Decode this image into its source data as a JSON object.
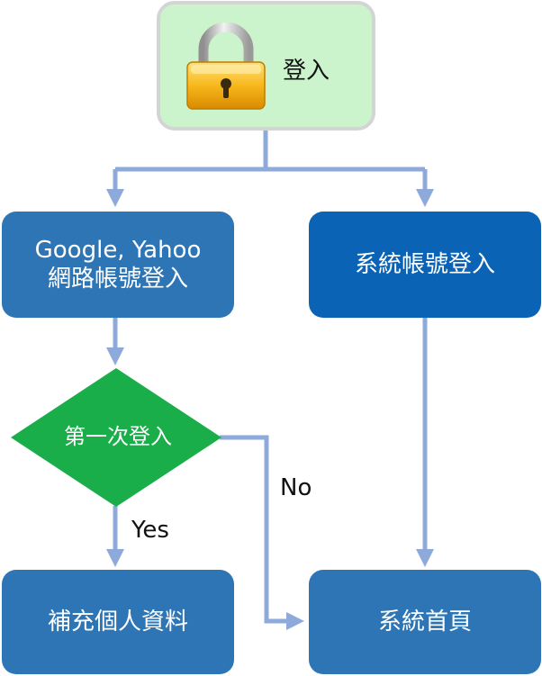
{
  "nodes": {
    "login": "登入",
    "google_line1": "Google, Yahoo",
    "google_line2": "網路帳號登入",
    "system_login": "系統帳號登入",
    "first_login": "第一次登入",
    "profile": "補充個人資料",
    "home": "系統首頁"
  },
  "edges": {
    "yes": "Yes",
    "no": "No"
  },
  "colors": {
    "start_fill": "#ccf4cc",
    "process_fill": "#2e75b6",
    "system_fill": "#0b63b5",
    "decision_fill": "#1aae4a",
    "connector": "#8eaadb"
  },
  "icons": {
    "start": "padlock-icon"
  }
}
